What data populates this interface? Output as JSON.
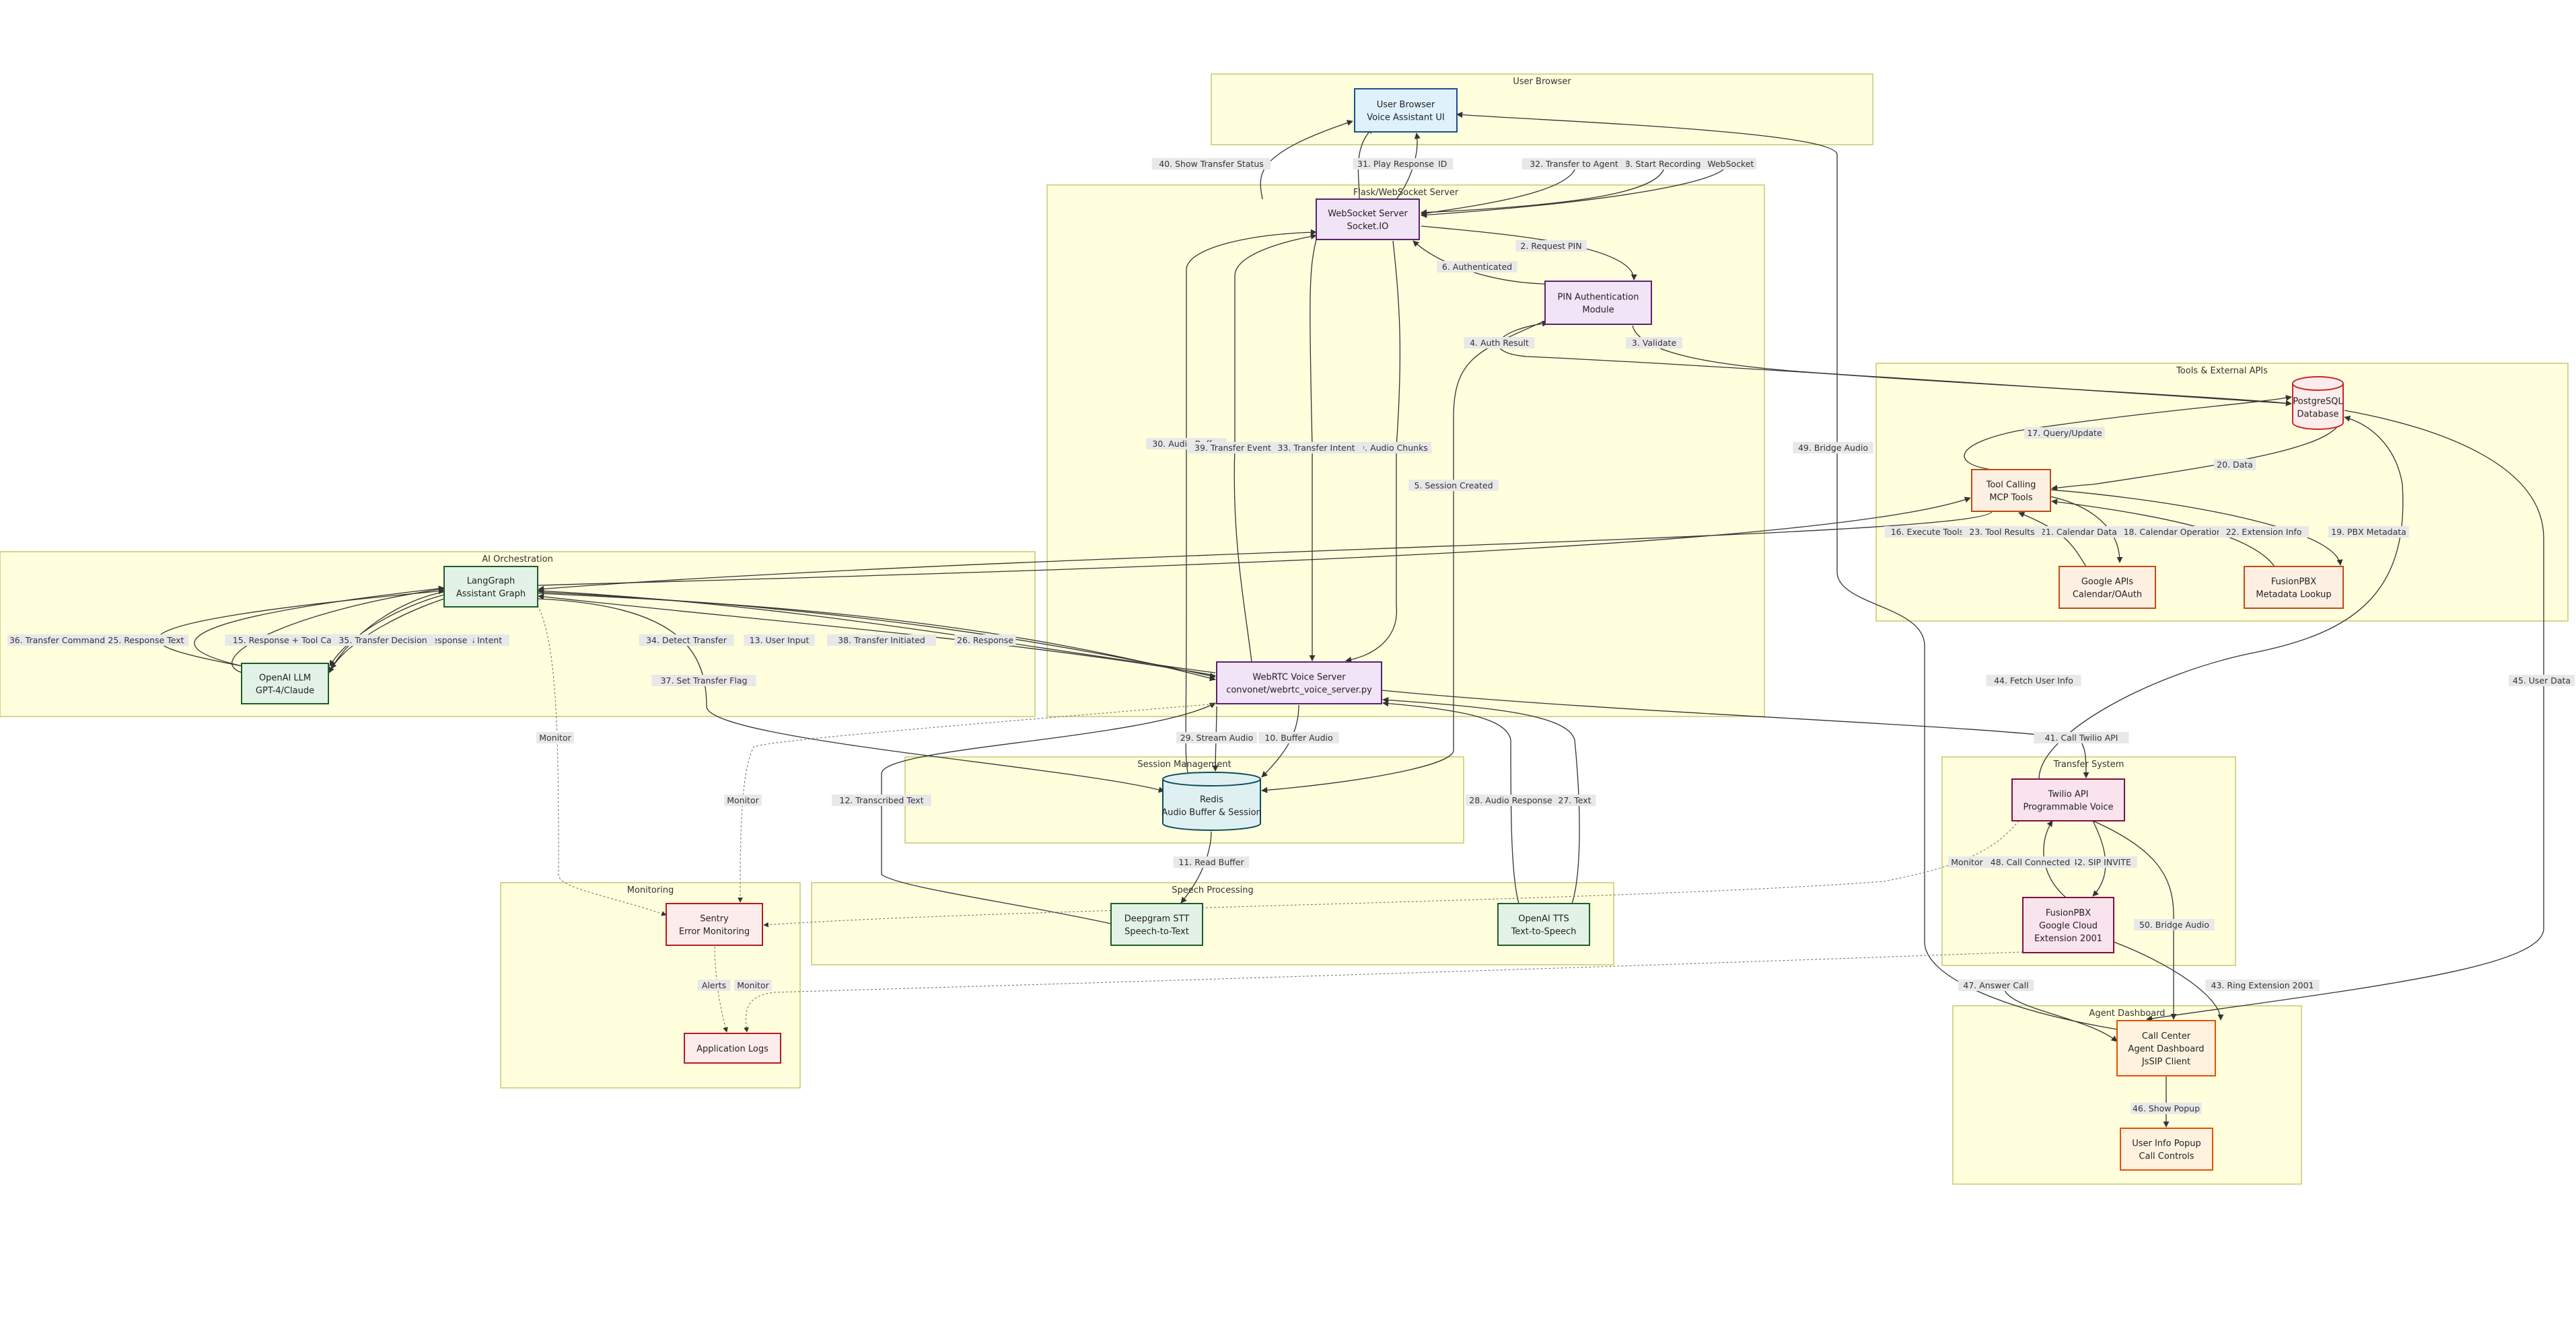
{
  "clusters": [
    {
      "id": "browser",
      "title": "User Browser"
    },
    {
      "id": "flask",
      "title": "Flask/WebSocket Server"
    },
    {
      "id": "tools",
      "title": "Tools & External APIs"
    },
    {
      "id": "ai",
      "title": "AI Orchestration"
    },
    {
      "id": "session",
      "title": "Session Management"
    },
    {
      "id": "speech",
      "title": "Speech Processing"
    },
    {
      "id": "monitoring",
      "title": "Monitoring"
    },
    {
      "id": "transfer",
      "title": "Transfer System"
    },
    {
      "id": "agent",
      "title": "Agent Dashboard"
    }
  ],
  "nodes": [
    {
      "id": "browser",
      "lines": [
        "User Browser",
        "Voice Assistant UI"
      ],
      "fill": "#dff1fb",
      "stroke": "#1c4f8c"
    },
    {
      "id": "ws",
      "lines": [
        "WebSocket Server",
        "Socket.IO"
      ],
      "fill": "#f1e4f6",
      "stroke": "#5a2370"
    },
    {
      "id": "pin",
      "lines": [
        "PIN Authentication",
        "Module"
      ],
      "fill": "#f1e4f6",
      "stroke": "#5a2370"
    },
    {
      "id": "pg",
      "lines": [
        "PostgreSQL",
        "Database"
      ],
      "fill": "#fdecec",
      "stroke": "#c62828",
      "shape": "cylinder"
    },
    {
      "id": "toolcall",
      "lines": [
        "Tool Calling",
        "MCP Tools"
      ],
      "fill": "#fdf0e3",
      "stroke": "#c24b12"
    },
    {
      "id": "google",
      "lines": [
        "Google APIs",
        "Calendar/OAuth"
      ],
      "fill": "#fdf0e3",
      "stroke": "#c24b12"
    },
    {
      "id": "fusionlookup",
      "lines": [
        "FusionPBX",
        "Metadata Lookup"
      ],
      "fill": "#fdf0e3",
      "stroke": "#c24b12"
    },
    {
      "id": "langgraph",
      "lines": [
        "LangGraph",
        "Assistant Graph"
      ],
      "fill": "#e3f2e6",
      "stroke": "#1c5e2a"
    },
    {
      "id": "openai",
      "lines": [
        "OpenAI LLM",
        "GPT-4/Claude"
      ],
      "fill": "#e3f2e6",
      "stroke": "#1c5e2a"
    },
    {
      "id": "webrtc",
      "lines": [
        "WebRTC Voice Server",
        "convonet/webrtc_voice_server.py"
      ],
      "fill": "#f1e4f6",
      "stroke": "#5a2370"
    },
    {
      "id": "redis",
      "lines": [
        "Redis",
        "Audio Buffer & Session"
      ],
      "fill": "#dff0f3",
      "stroke": "#0d4d5a",
      "shape": "cylinder"
    },
    {
      "id": "deepgram",
      "lines": [
        "Deepgram STT",
        "Speech-to-Text"
      ],
      "fill": "#e3f2e6",
      "stroke": "#1c5e2a"
    },
    {
      "id": "tts",
      "lines": [
        "OpenAI TTS",
        "Text-to-Speech"
      ],
      "fill": "#e3f2e6",
      "stroke": "#1c5e2a"
    },
    {
      "id": "sentry",
      "lines": [
        "Sentry",
        "Error Monitoring"
      ],
      "fill": "#fdecec",
      "stroke": "#b71c1c"
    },
    {
      "id": "applogs",
      "lines": [
        "Application Logs"
      ],
      "fill": "#fdecec",
      "stroke": "#b71c1c"
    },
    {
      "id": "twilio",
      "lines": [
        "Twilio API",
        "Programmable Voice"
      ],
      "fill": "#f9e3ec",
      "stroke": "#7a1240"
    },
    {
      "id": "fusionpbx",
      "lines": [
        "FusionPBX",
        "Google Cloud",
        "Extension 2001"
      ],
      "fill": "#f9e3ec",
      "stroke": "#7a1240"
    },
    {
      "id": "callcenter",
      "lines": [
        "Call Center",
        "Agent Dashboard",
        "JsSIP Client"
      ],
      "fill": "#fff3e0",
      "stroke": "#e65100"
    },
    {
      "id": "popup",
      "lines": [
        "User Info Popup",
        "Call Controls"
      ],
      "fill": "#fff3e0",
      "stroke": "#e65100"
    }
  ],
  "edges": [
    {
      "id": "e1",
      "label": "1. Connect WebSocket"
    },
    {
      "id": "e2",
      "label": "2. Request PIN"
    },
    {
      "id": "e3",
      "label": "3. Validate"
    },
    {
      "id": "e4",
      "label": "4. Auth Result"
    },
    {
      "id": "e5",
      "label": "5. Session Created"
    },
    {
      "id": "e6",
      "label": "6. Authenticated"
    },
    {
      "id": "e7",
      "label": "7. Session ID"
    },
    {
      "id": "e8",
      "label": "8. Start Recording"
    },
    {
      "id": "e9",
      "label": "9. Audio Chunks"
    },
    {
      "id": "e10",
      "label": "10. Buffer Audio"
    },
    {
      "id": "e11",
      "label": "11. Read Buffer"
    },
    {
      "id": "e12",
      "label": "12. Transcribed Text"
    },
    {
      "id": "e13",
      "label": "13. User Input"
    },
    {
      "id": "e14",
      "label": "14. Process Intent"
    },
    {
      "id": "e15",
      "label": "15. Response + Tool Calls"
    },
    {
      "id": "e16",
      "label": "16. Execute Tools"
    },
    {
      "id": "e17",
      "label": "17. Query/Update"
    },
    {
      "id": "e18",
      "label": "18. Calendar Operations"
    },
    {
      "id": "e19",
      "label": "19. PBX Metadata"
    },
    {
      "id": "e20",
      "label": "20. Data"
    },
    {
      "id": "e21",
      "label": "21. Calendar Data"
    },
    {
      "id": "e22",
      "label": "22. Extension Info"
    },
    {
      "id": "e23",
      "label": "23. Tool Results"
    },
    {
      "id": "e24",
      "label": "24. Final Response"
    },
    {
      "id": "e25",
      "label": "25. Response Text"
    },
    {
      "id": "e26",
      "label": "26. Response"
    },
    {
      "id": "e27",
      "label": "27. Text"
    },
    {
      "id": "e28",
      "label": "28. Audio Response"
    },
    {
      "id": "e29",
      "label": "29. Stream Audio"
    },
    {
      "id": "e30",
      "label": "30. Audio Buffer"
    },
    {
      "id": "e31",
      "label": "31. Play Response"
    },
    {
      "id": "e32",
      "label": "32. Transfer to Agent"
    },
    {
      "id": "e33",
      "label": "33. Transfer Intent"
    },
    {
      "id": "e34",
      "label": "34. Detect Transfer"
    },
    {
      "id": "e35",
      "label": "35. Transfer Decision"
    },
    {
      "id": "e36",
      "label": "36. Transfer Command"
    },
    {
      "id": "e37",
      "label": "37. Set Transfer Flag"
    },
    {
      "id": "e38",
      "label": "38. Transfer Initiated"
    },
    {
      "id": "e39",
      "label": "39. Transfer Event"
    },
    {
      "id": "e40",
      "label": "40. Show Transfer Status"
    },
    {
      "id": "e41",
      "label": "41. Call Twilio API"
    },
    {
      "id": "e42",
      "label": "42. SIP INVITE"
    },
    {
      "id": "e43",
      "label": "43. Ring Extension 2001"
    },
    {
      "id": "e44",
      "label": "44. Fetch User Info"
    },
    {
      "id": "e45",
      "label": "45. User Data"
    },
    {
      "id": "e46",
      "label": "46. Show Popup"
    },
    {
      "id": "e47",
      "label": "47. Answer Call"
    },
    {
      "id": "e48",
      "label": "48. Call Connected"
    },
    {
      "id": "e49",
      "label": "49. Bridge Audio"
    },
    {
      "id": "e50",
      "label": "50. Bridge Audio"
    },
    {
      "id": "m1",
      "label": "Monitor"
    },
    {
      "id": "m2",
      "label": "Monitor"
    },
    {
      "id": "m3",
      "label": "Monitor"
    },
    {
      "id": "m4",
      "label": "Alerts"
    },
    {
      "id": "m5",
      "label": "Monitor"
    }
  ]
}
